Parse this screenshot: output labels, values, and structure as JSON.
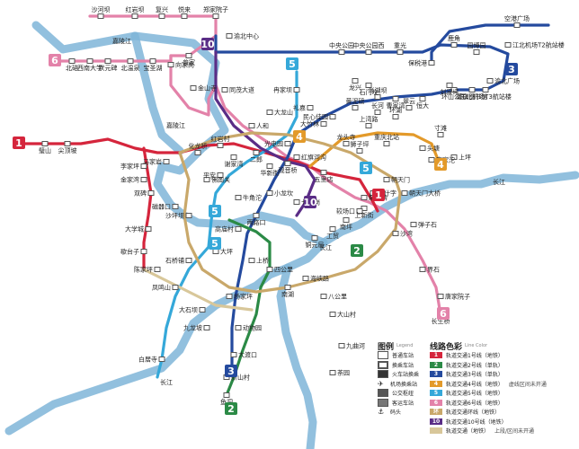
{
  "rivers": {
    "jialing": "嘉陵江",
    "changjiang": "长江"
  },
  "legend": {
    "title": "图例",
    "title_en": "Legend",
    "items": [
      {
        "label": "普通车站",
        "icon": "station-icon"
      },
      {
        "label": "换乘车站",
        "icon": "interchange-icon"
      },
      {
        "label": "火车站换乘",
        "icon": "train-icon"
      },
      {
        "label": "机场换乘站",
        "icon": "airport-icon"
      },
      {
        "label": "公交枢纽",
        "icon": "bus-icon"
      },
      {
        "label": "客运车站",
        "icon": "coach-icon"
      },
      {
        "label": "码头",
        "icon": "pier-icon"
      }
    ]
  },
  "line_colors": {
    "title": "线路色彩",
    "title_en": "Line Color",
    "items": [
      {
        "num": "1",
        "label": "轨道交通1号线（地铁）",
        "color": "#d5253c",
        "note": ""
      },
      {
        "num": "2",
        "label": "轨道交通2号线（单轨）",
        "color": "#2b8a46",
        "note": ""
      },
      {
        "num": "3",
        "label": "轨道交通3号线（单轨）",
        "color": "#244a9e",
        "note": ""
      },
      {
        "num": "4",
        "label": "轨道交通4号线（地铁）",
        "color": "#e39a2a",
        "note": "虚线区间未开通"
      },
      {
        "num": "5",
        "label": "轨道交通5号线（地铁）",
        "color": "#35a8d9",
        "note": ""
      },
      {
        "num": "6",
        "label": "轨道交通6号线（地铁）",
        "color": "#e382a9",
        "note": ""
      },
      {
        "num": "环",
        "label": "轨道交通环线（地铁）",
        "color": "#c9a86a",
        "note": ""
      },
      {
        "num": "10",
        "label": "轨道交通10号线（地铁）",
        "color": "#5a2d86",
        "note": ""
      },
      {
        "num": "",
        "label": "轨道交通（地铁）",
        "color": "#d8c79a",
        "note": "上段/区间未开通"
      }
    ]
  },
  "badges": [
    {
      "num": "10",
      "color": "#5a2d86"
    },
    {
      "num": "6",
      "color": "#e382a9"
    },
    {
      "num": "5",
      "color": "#35a8d9"
    },
    {
      "num": "3",
      "color": "#244a9e"
    },
    {
      "num": "1",
      "color": "#d5253c"
    },
    {
      "num": "4",
      "color": "#e39a2a"
    },
    {
      "num": "4",
      "color": "#e39a2a"
    },
    {
      "num": "5",
      "color": "#35a8d9"
    },
    {
      "num": "1",
      "color": "#d5253c"
    },
    {
      "num": "10",
      "color": "#5a2d86"
    },
    {
      "num": "2",
      "color": "#2b8a46"
    },
    {
      "num": "5",
      "color": "#35a8d9"
    },
    {
      "num": "6",
      "color": "#e382a9"
    },
    {
      "num": "3",
      "color": "#244a9e"
    },
    {
      "num": "2",
      "color": "#2b8a46"
    },
    {
      "num": "5",
      "color": "#35a8d9"
    }
  ],
  "stations": [
    "沙河坝",
    "红岩坝",
    "复兴",
    "悦来",
    "郑家院子",
    "渝北中心",
    "曾家",
    "北碚",
    "向家岗",
    "西南大学",
    "状元碑",
    "北温泉",
    "宝圣湖",
    "金山寺",
    "同茂大道",
    "空港广场",
    "鹿角",
    "保税港",
    "园博园",
    "中央公园",
    "中央公园西",
    "重光",
    "江北机场T3航站楼",
    "江北机场T2航站楼",
    "民心佳园",
    "大竹林",
    "礼嘉",
    "冉家坝",
    "大龙山",
    "光电园",
    "人和",
    "红旗河沟",
    "观音桥",
    "华新街",
    "五里店",
    "龙头寺",
    "狮子坪",
    "重庆北站",
    "上新街",
    "南坪",
    "工贸",
    "铜元局",
    "两路口",
    "牛角沱",
    "小什字",
    "较场口",
    "七星岗",
    "解放碑",
    "朝天门",
    "大坪",
    "石桥铺",
    "沙坪坝",
    "磁器口",
    "双碑",
    "大学城",
    "璧山",
    "尖顶坡",
    "杨家坪",
    "动物园",
    "大渡口",
    "新山村",
    "鱼洞",
    "金家湾",
    "李家坪",
    "佛图关",
    "化龙桥",
    "红岩村",
    "谢家湾",
    "二郎",
    "上桥",
    "歇台子",
    "凤鸣山",
    "陈家坪",
    "四公里",
    "南湖",
    "海峡路",
    "八公里",
    "大山村",
    "九曲河",
    "茶园",
    "唐家院子",
    "刘家坪",
    "恒大",
    "曹家湾",
    "尚湖坝",
    "渝北广场",
    "重庆图书馆",
    "环山公园",
    "白居寺",
    "长生桥",
    "界石",
    "沙湾",
    "弹子石",
    "朝天门大桥",
    "头塘",
    "寸滩",
    "黄泥磅",
    "上湾路",
    "环湖",
    "长河",
    "翠云",
    "唐家沱",
    "上坪",
    "龙兴",
    "石门坎",
    "高庙村",
    "马家岩",
    "小龙坎",
    "平安",
    "大石坝",
    "九龙坡",
    "园区"
  ],
  "river_labels": [
    "嘉陵江",
    "嘉陵江",
    "长江",
    "长江",
    "长江"
  ]
}
